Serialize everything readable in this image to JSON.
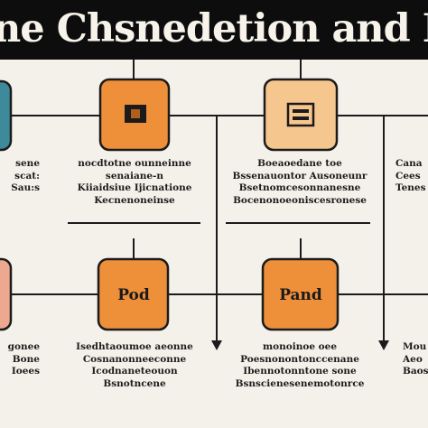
{
  "title": "ne Chsnedetion and Peuncioze P",
  "colors": {
    "title_bg": "#0d0d0d",
    "title_text": "#f7f3ea",
    "teal": "#3c8a9a",
    "orange": "#ee8f3a",
    "peach": "#f6c68f",
    "salmon": "#eda890",
    "line": "#1b1b1b"
  },
  "nodes": {
    "top_left_partial": {
      "color": "teal",
      "icon": "none",
      "label": ""
    },
    "top_center": {
      "color": "orange",
      "icon": "square-icon",
      "label": ""
    },
    "top_right": {
      "color": "peach",
      "icon": "list-box-icon",
      "label": ""
    },
    "bottom_left_partial": {
      "color": "salmon",
      "icon": "none",
      "label": ""
    },
    "bottom_center": {
      "color": "orange",
      "icon": "none",
      "label": "Pod"
    },
    "bottom_right": {
      "color": "orange",
      "icon": "none",
      "label": "Pand"
    }
  },
  "notes": {
    "row1": [
      {
        "lines": [
          "sene",
          "scat:",
          "Sau:s"
        ]
      },
      {
        "lines": [
          "nocdtotne ounneinne",
          "senaiane-n",
          "Kiiaidsiue Ijicnatione",
          "Kecnenoneinse"
        ]
      },
      {
        "lines": [
          "Boeaoedane toe",
          "Bssenauontor Ausoneunr",
          "Bsetnomcesonnanesne",
          "Bocenonoeoniscesronese"
        ]
      },
      {
        "lines": [
          "Cana",
          "Cees",
          "Tenes"
        ]
      }
    ],
    "row2": [
      {
        "lines": [
          "gonee",
          "Bone",
          "Ioees"
        ]
      },
      {
        "lines": [
          "Isedhtaoumoe aeonne",
          "Cosnanonneeconne",
          "Icodnaneteouon",
          "Bsnotncene"
        ]
      },
      {
        "lines": [
          "monoinoe oee",
          "Poesnonontonccenane",
          "Ibennotonntone sone",
          "Bsnscienesenemotonrce"
        ]
      },
      {
        "lines": [
          "Mou",
          "Aeo",
          "Baose"
        ]
      }
    ]
  }
}
